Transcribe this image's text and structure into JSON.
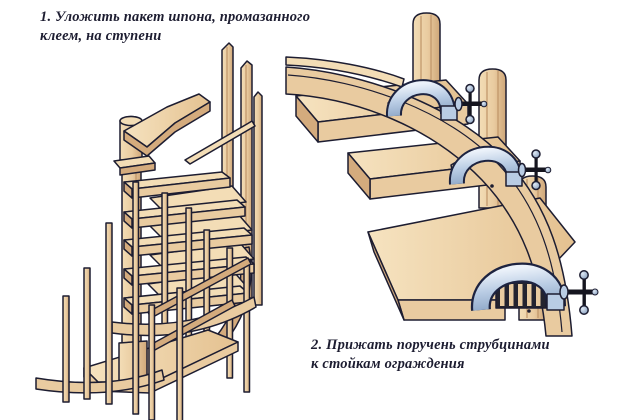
{
  "captions": {
    "step1": "1. Уложить пакет шпона, промазанного\nклеем, на ступени",
    "step2": "2. Прижать поручень струбцинами\nк стойкам ограждения"
  },
  "figures": {
    "left": "spiral-staircase-assembly",
    "right": "handrail-clamped-to-posts-detail"
  },
  "colors": {
    "paper": "#ffffff",
    "outline": "#1d1d31",
    "wood_light": "#f3ddb6",
    "wood_mid": "#e9cba0",
    "wood_dark": "#d4ab7d",
    "wood_deep": "#bf9468",
    "clamp_light": "#ecf2fa",
    "clamp_mid": "#b9cce4",
    "clamp_dark": "#8fa8c8",
    "metal_dark": "#15151f",
    "veneer_gap": "#23232f"
  }
}
